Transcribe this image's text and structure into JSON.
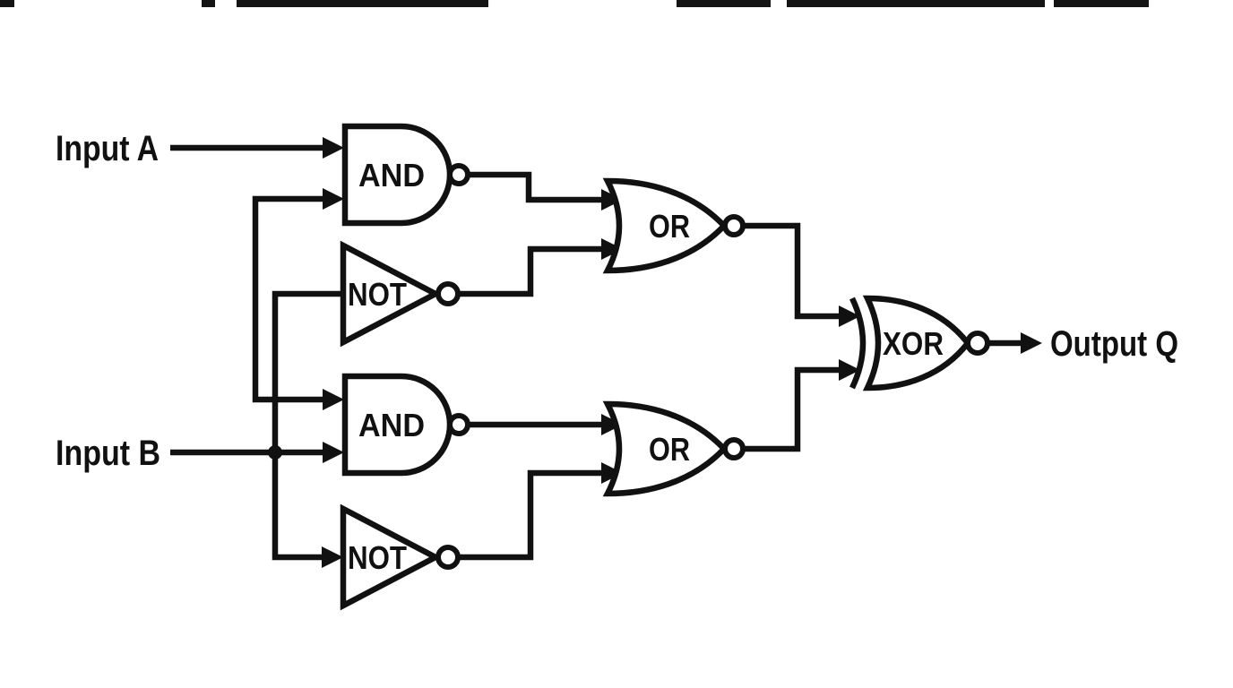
{
  "diagram": {
    "type": "logic-circuit",
    "colors": {
      "background": "#ffffff",
      "line": "#111111"
    },
    "inputs": [
      {
        "label": "Input A"
      },
      {
        "label": "Input B"
      }
    ],
    "output": {
      "label": "Output Q"
    },
    "gates": [
      {
        "type": "AND",
        "label": "AND",
        "position": "top-left",
        "output_bubble": true
      },
      {
        "type": "NOT",
        "label": "NOT",
        "position": "mid-left",
        "output_bubble": true
      },
      {
        "type": "AND",
        "label": "AND",
        "position": "lower-left",
        "output_bubble": true
      },
      {
        "type": "NOT",
        "label": "NOT",
        "position": "bottom-left",
        "output_bubble": true
      },
      {
        "type": "OR",
        "label": "OR",
        "position": "top-middle",
        "output_bubble": true
      },
      {
        "type": "OR",
        "label": "OR",
        "position": "bottom-middle",
        "output_bubble": true
      },
      {
        "type": "XOR",
        "label": "XOR",
        "position": "right",
        "output_bubble": true
      }
    ],
    "connections": [
      "Input A -> AND(top).in1",
      "branch wire -> AND(top).in2 and AND(bottom).in1",
      "Input B -> AND(bottom).in2, NOT(top).in, NOT(bottom).in",
      "AND(top).out -> OR(top).in1",
      "NOT(top).out -> OR(top).in2",
      "AND(bottom).out -> OR(bottom).in1",
      "NOT(bottom).out -> OR(bottom).in2",
      "OR(top).out -> XOR.in1",
      "OR(bottom).out -> XOR.in2",
      "XOR.out -> Output Q"
    ]
  }
}
